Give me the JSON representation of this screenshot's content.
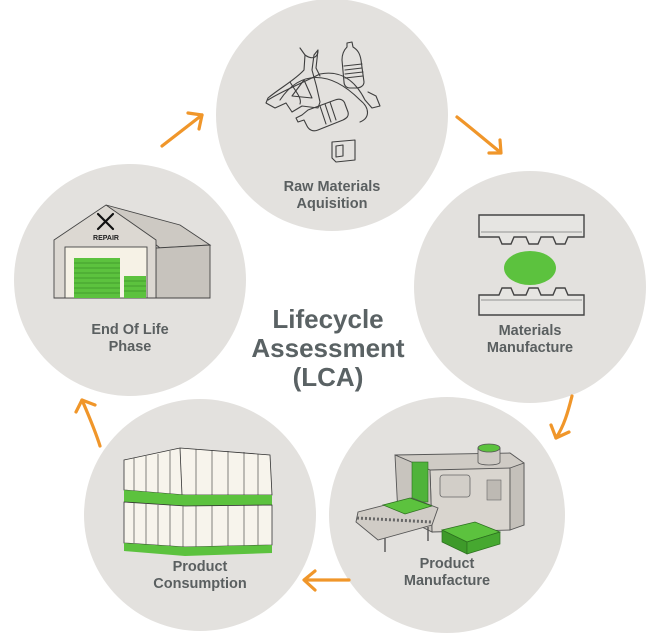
{
  "diagram": {
    "title_lines": [
      "Lifecycle",
      "Assessment",
      "(LCA)"
    ],
    "stages": [
      {
        "id": "raw-materials",
        "label_lines": [
          "Raw Materials",
          "Aquisition"
        ],
        "icon": "plastic-waste-icon"
      },
      {
        "id": "materials-manufacture",
        "label_lines": [
          "Materials",
          "Manufacture"
        ],
        "icon": "mold-press-icon"
      },
      {
        "id": "product-manufacture",
        "label_lines": [
          "Product",
          "Manufacture"
        ],
        "icon": "injection-machine-icon"
      },
      {
        "id": "product-consumption",
        "label_lines": [
          "Product",
          "Consumption"
        ],
        "icon": "stacked-pallets-icon"
      },
      {
        "id": "end-of-life",
        "label_lines": [
          "End Of Life",
          "Phase"
        ],
        "icon": "repair-warehouse-icon"
      }
    ],
    "repair_sign": "REPAIR",
    "flow_direction": "clockwise",
    "colors": {
      "circle": "#e3e1de",
      "arrow": "#f0962a",
      "accent_green": "#5cc23e",
      "text": "#5a5f60"
    }
  }
}
